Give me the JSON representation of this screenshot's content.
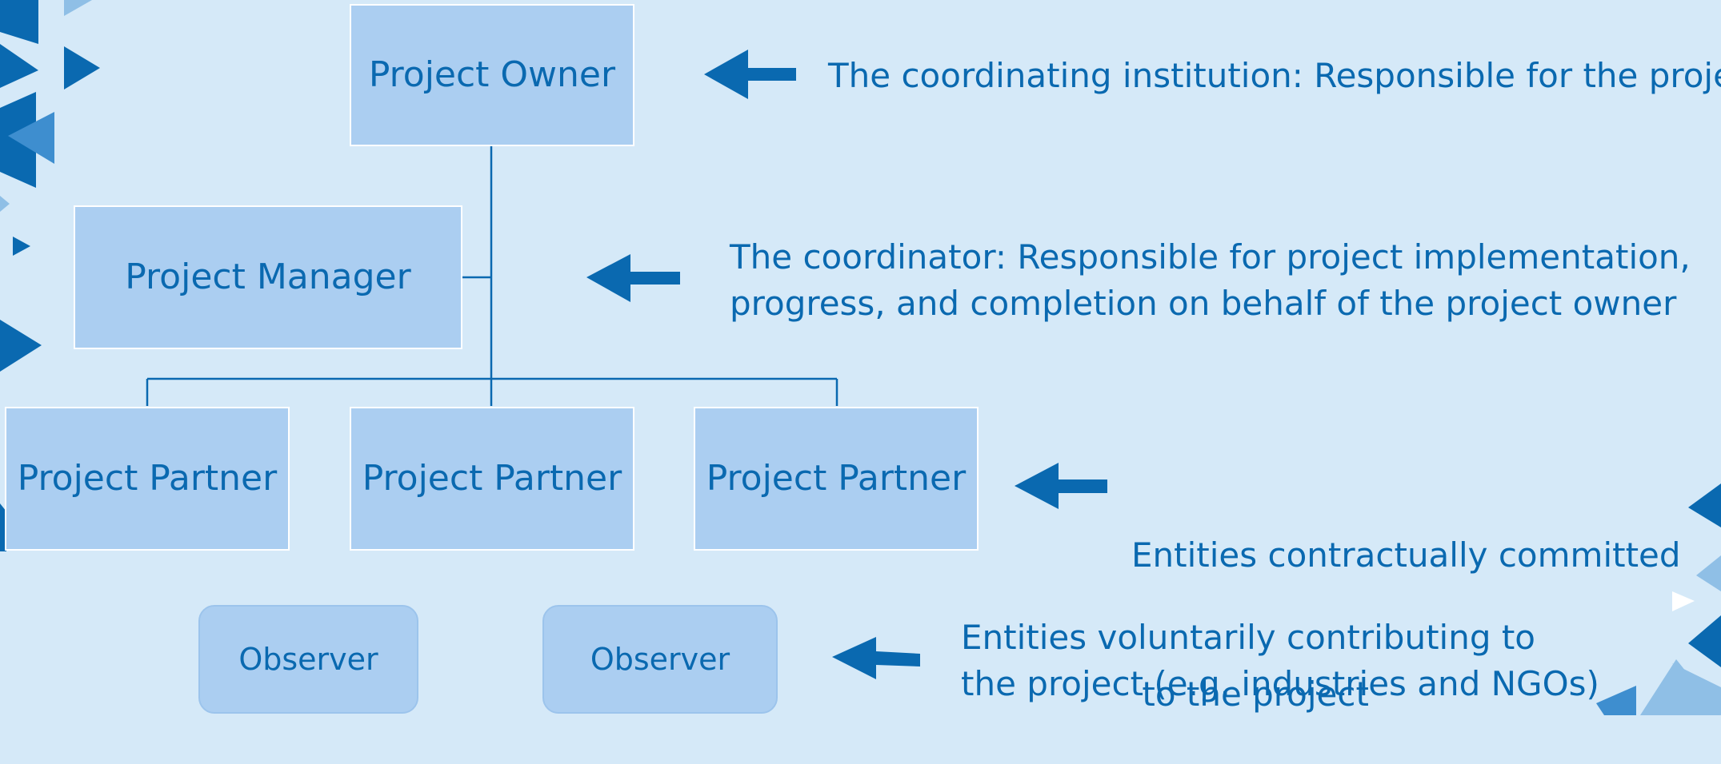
{
  "colors": {
    "background": "#d5e9f8",
    "box_fill": "#abcef1",
    "box_border": "#ffffff",
    "text": "#0a69b0",
    "connector": "#0a69b0",
    "arrow": "#0a69b0",
    "decor_dark": "#0a69b0",
    "decor_mid": "#3e8ecf",
    "decor_light": "#8fbfe6"
  },
  "nodes": {
    "owner": "Project Owner",
    "manager": "Project Manager",
    "partners": [
      "Project Partner",
      "Project Partner",
      "Project Partner"
    ],
    "observers": [
      "Observer",
      "Observer"
    ]
  },
  "descriptions": {
    "owner": [
      "The coordinating institution: Responsible for the project"
    ],
    "manager": [
      "The coordinator: Responsible for project implementation,",
      "progress, and completion on behalf of the project owner"
    ],
    "partners": [
      "Entities contractually committed",
      " to the project"
    ],
    "observers": [
      "Entities voluntarily contributing to",
      "the project (e.g. industries and NGOs)"
    ]
  },
  "icons": {
    "arrow": "left-arrow-icon"
  }
}
